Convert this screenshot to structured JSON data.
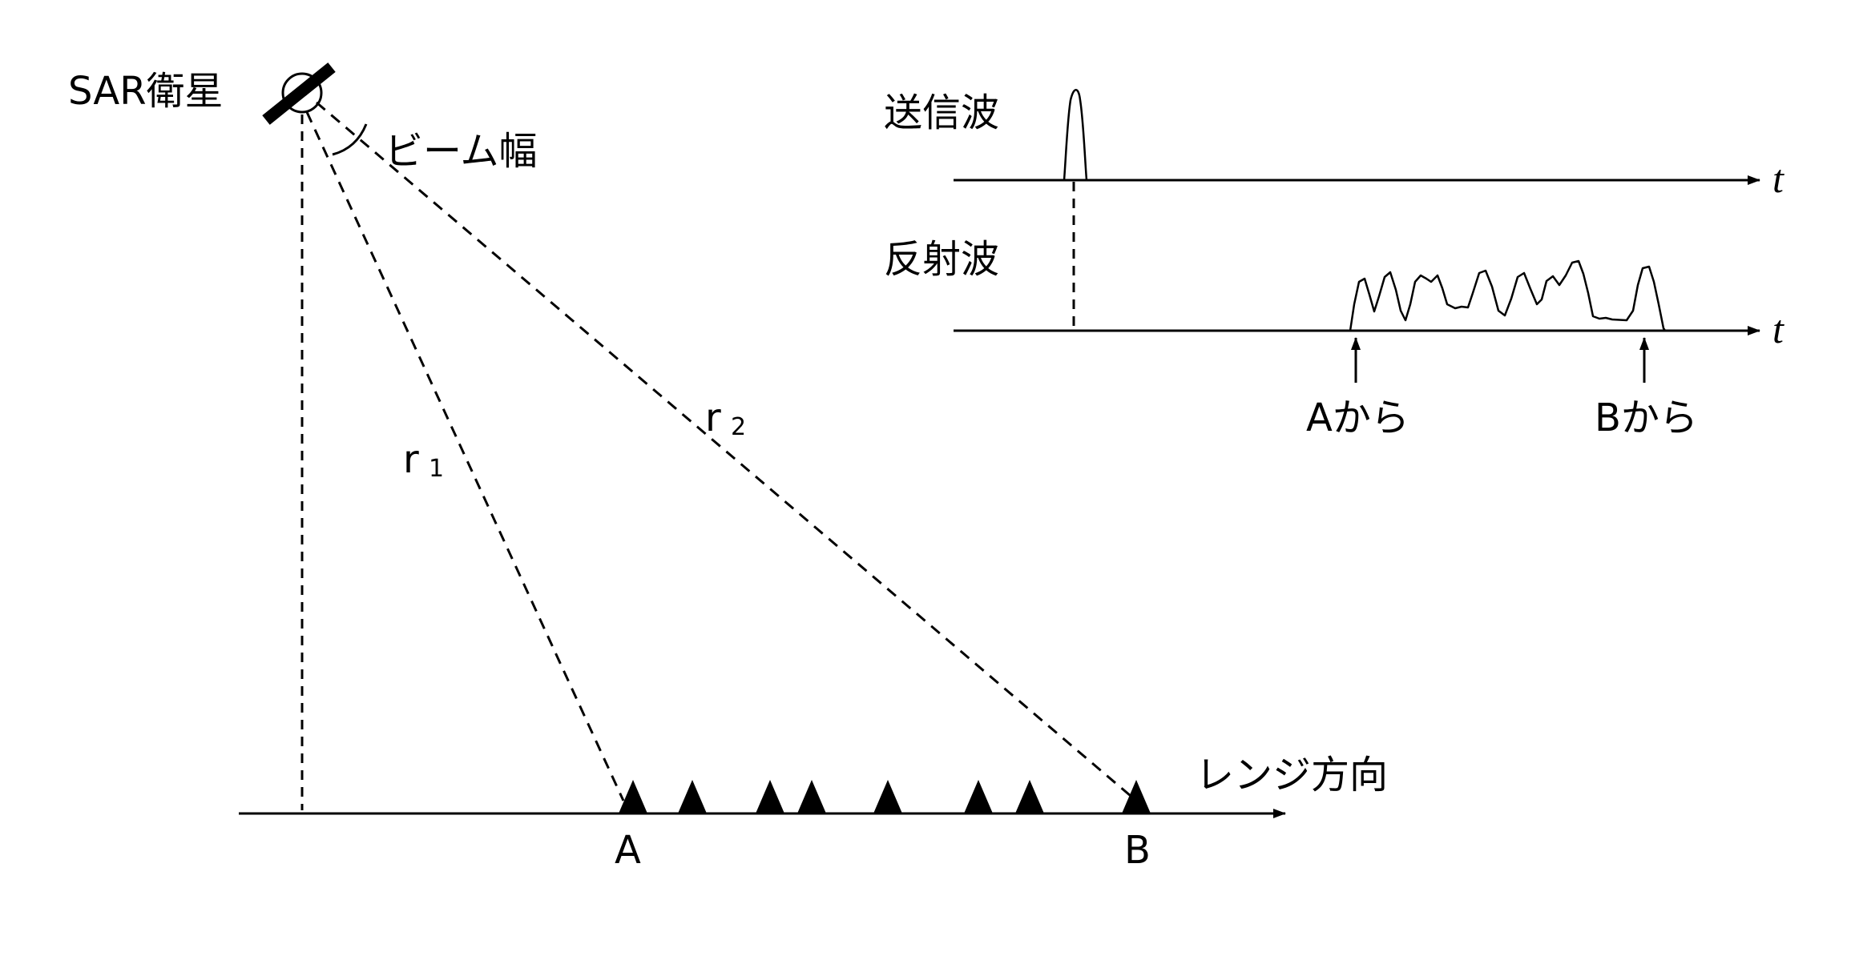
{
  "satellite": {
    "label": "SAR衛星",
    "beam_label": "ビーム幅"
  },
  "ranges": {
    "r1": {
      "letter": "r",
      "index": "1"
    },
    "r2": {
      "letter": "r",
      "index": "2"
    }
  },
  "ground": {
    "direction_label": "レンジ方向",
    "point_a": "A",
    "point_b": "B",
    "target_count": 8
  },
  "signals": {
    "transmit_label": "送信波",
    "reflect_label": "反射波",
    "time_axis_label": "t",
    "from_a": "Aから",
    "from_b": "Bから"
  },
  "colors": {
    "ink": "#000000",
    "background": "#ffffff"
  }
}
